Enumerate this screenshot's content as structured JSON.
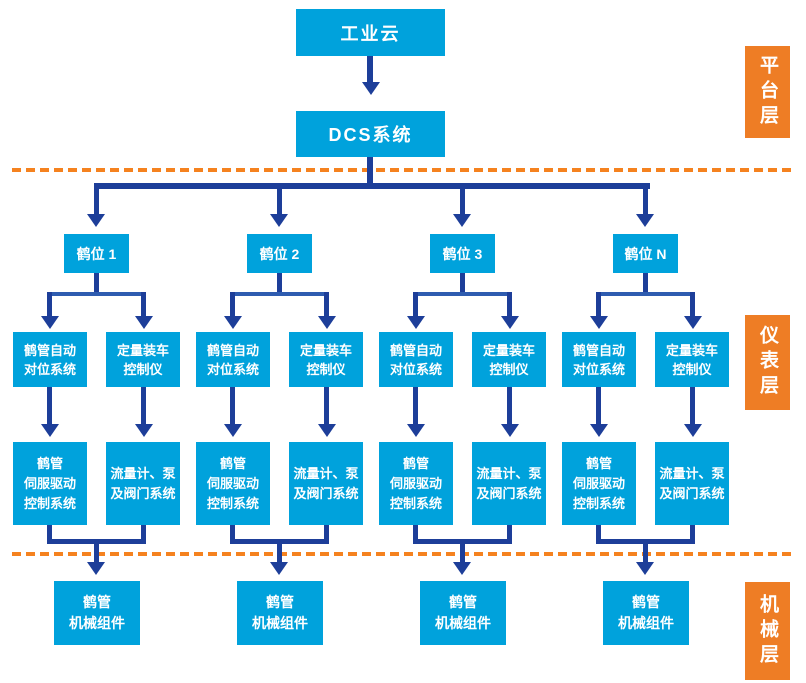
{
  "colors": {
    "box_cyan": "#00A2DC",
    "connector_navy": "#1D3E99",
    "connector_light_blue": "#2E5CB0",
    "layer_orange": "#EE7D25",
    "dash_orange": "#F5821F"
  },
  "top": {
    "cloud": "工业云",
    "dcs": "DCS系统"
  },
  "layer_labels": {
    "platform": "平台层",
    "instrument": "仪表层",
    "mechanical": "机械层"
  },
  "groups": [
    {
      "station": "鹤位 1",
      "align_system": "鹤管自动\n对位系统",
      "loading_controller": "定量装车\n控制仪",
      "servo_system": "鹤管\n伺服驱动\n控制系统",
      "flow_system": "流量计、泵\n及阀门系统",
      "mechanical": "鹤管\n机械组件"
    },
    {
      "station": "鹤位 2",
      "align_system": "鹤管自动\n对位系统",
      "loading_controller": "定量装车\n控制仪",
      "servo_system": "鹤管\n伺服驱动\n控制系统",
      "flow_system": "流量计、泵\n及阀门系统",
      "mechanical": "鹤管\n机械组件"
    },
    {
      "station": "鹤位 3",
      "align_system": "鹤管自动\n对位系统",
      "loading_controller": "定量装车\n控制仪",
      "servo_system": "鹤管\n伺服驱动\n控制系统",
      "flow_system": "流量计、泵\n及阀门系统",
      "mechanical": "鹤管\n机械组件"
    },
    {
      "station": "鹤位 N",
      "align_system": "鹤管自动\n对位系统",
      "loading_controller": "定量装车\n控制仪",
      "servo_system": "鹤管\n伺服驱动\n控制系统",
      "flow_system": "流量计、泵\n及阀门系统",
      "mechanical": "鹤管\n机械组件"
    }
  ]
}
